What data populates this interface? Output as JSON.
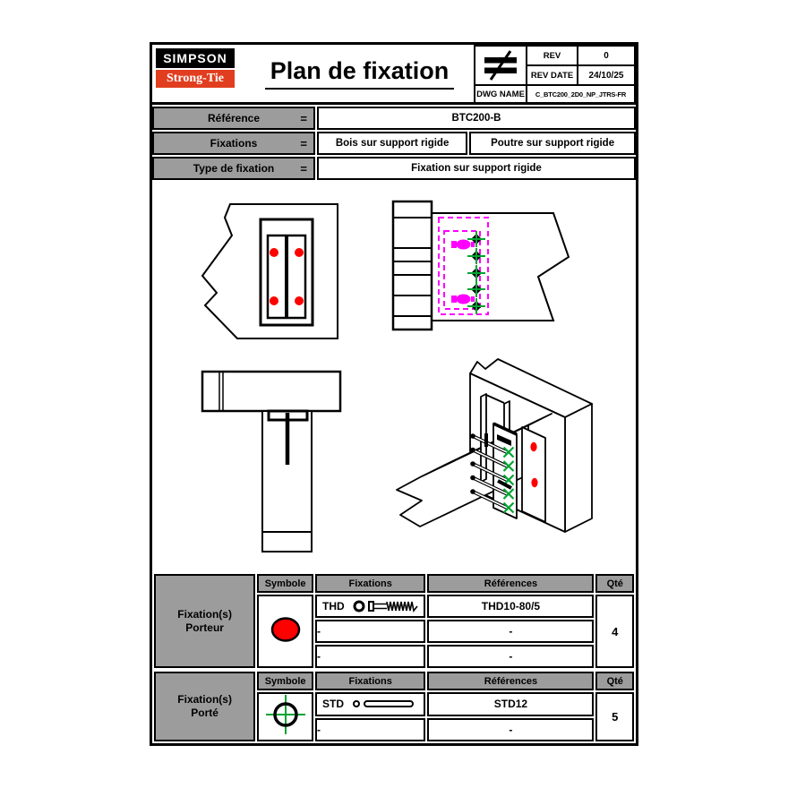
{
  "colors": {
    "header_gray": "#9c9c9c",
    "logo_red": "#e03e1f",
    "porteur_red": "#ff0000",
    "porte_green": "#00a532",
    "hidden_line_magenta": "#ff00ff",
    "line_black": "#000000"
  },
  "header": {
    "logo_line1": "SIMPSON",
    "logo_line2": "Strong-Tie",
    "title": "Plan de fixation",
    "rev": {
      "label": "REV",
      "value": "0"
    },
    "rev_date": {
      "label": "REV DATE",
      "value": "24/10/25"
    },
    "dwg_name": {
      "label": "DWG NAME",
      "value": "C_BTC200_2D0_NP_JTRS-FR"
    }
  },
  "info": {
    "reference": {
      "label": "Référence",
      "eq": "=",
      "value": "BTC200-B"
    },
    "fixations": {
      "label": "Fixations",
      "eq": "=",
      "value_left": "Bois sur support rigide",
      "value_right": "Poutre sur support rigide"
    },
    "type": {
      "label": "Type de fixation",
      "eq": "=",
      "value": "Fixation sur support rigide"
    }
  },
  "porteur": {
    "group_line1": "Fixation(s)",
    "group_line2": "Porteur",
    "col_symbole": "Symbole",
    "col_fixations": "Fixations",
    "col_references": "Références",
    "col_qte": "Qté",
    "symbol": "red-filled-circle",
    "rows": [
      {
        "type": "THD",
        "reference": "THD10-80/5"
      },
      {
        "type": "-",
        "reference": "-"
      },
      {
        "type": "-",
        "reference": "-"
      }
    ],
    "qty": "4"
  },
  "porte": {
    "group_line1": "Fixation(s)",
    "group_line2": "Porté",
    "col_symbole": "Symbole",
    "col_fixations": "Fixations",
    "col_references": "Références",
    "col_qte": "Qté",
    "symbol": "crosshair-target",
    "rows": [
      {
        "type": "STD",
        "reference": "STD12"
      },
      {
        "type": "-",
        "reference": "-"
      }
    ],
    "qty": "5"
  },
  "drawings": {
    "porteur_fastener_points": 4,
    "porte_dowel_points": 5,
    "views": [
      "front view of support with BTC connector and 4 red fastener points",
      "side section with hidden connector (magenta dashed) and 5 dowel markers",
      "plan view of beam on rigid support",
      "isometric view of beam-to-wall BTC connection"
    ]
  }
}
